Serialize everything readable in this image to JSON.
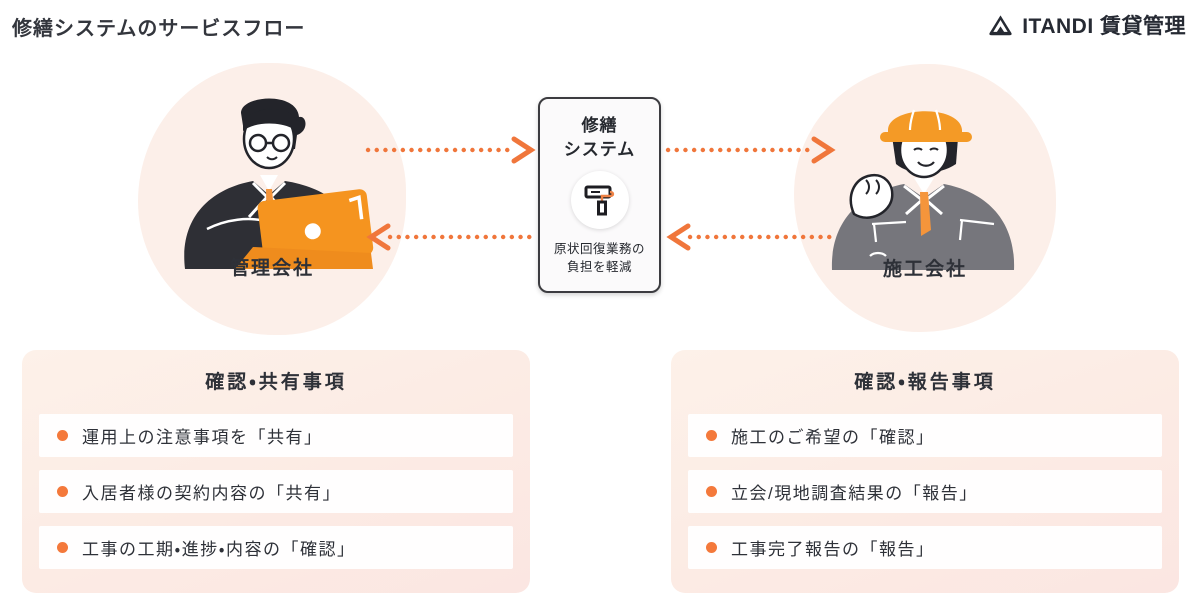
{
  "page": {
    "title": "修繕システムのサービスフロー"
  },
  "logo": {
    "text": "ITANDI 賃貸管理",
    "icon": "itandi-triangle-logo"
  },
  "flow": {
    "left_actor": {
      "label": "管理会社",
      "illustration": "suit-man-with-laptop"
    },
    "right_actor": {
      "label": "施工会社",
      "illustration": "construction-worker-with-helmet"
    },
    "system": {
      "title_line1": "修繕",
      "title_line2": "システム",
      "icon": "paint-roller-icon",
      "caption_line1": "原状回復業務の",
      "caption_line2": "負担を軽減"
    },
    "arrows": [
      {
        "from": "管理会社",
        "to": "修繕システム",
        "direction": "right",
        "style": "dotted"
      },
      {
        "from": "修繕システム",
        "to": "管理会社",
        "direction": "left",
        "style": "dotted"
      },
      {
        "from": "修繕システム",
        "to": "施工会社",
        "direction": "right",
        "style": "dotted"
      },
      {
        "from": "施工会社",
        "to": "修繕システム",
        "direction": "left",
        "style": "dotted"
      }
    ]
  },
  "panels": [
    {
      "title": "確認・共有事項",
      "items": [
        "運用上の注意事項を「共有」",
        "入居者様の契約内容の「共有」",
        "工事の工期・進捗・内容の「確認」"
      ]
    },
    {
      "title": "確認・報告事項",
      "items": [
        "施工のご希望の「確認」",
        "立会/現地調査結果の「報告」",
        "工事完了報告の「報告」"
      ]
    }
  ],
  "colors": {
    "accent_orange": "#F4793B",
    "blob_peach": "#FCEFE9",
    "panel_peach_top": "#FDF1E9",
    "panel_peach_bottom": "#FBE6E2",
    "text_dark": "#2E3138",
    "box_border": "#3C3C40"
  }
}
